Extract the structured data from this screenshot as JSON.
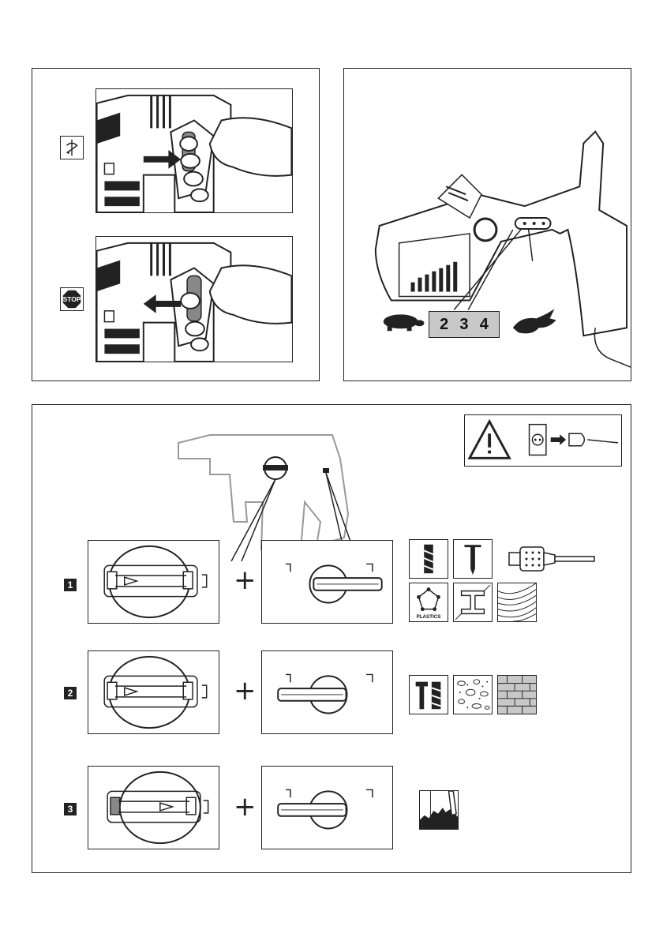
{
  "trigger_panel": {
    "symbols": [
      "rotation-icon",
      "stop-icon"
    ],
    "stop_label": "STOP"
  },
  "speed_panel": {
    "speed_digits": [
      "2",
      "3",
      "4"
    ],
    "slow_icon": "turtle-icon",
    "fast_icon": "hare-icon"
  },
  "modes_panel": {
    "modes": [
      {
        "number": "1",
        "materials": [
          "drill-bit-icon",
          "screwdriver-bit-icon",
          "drill-chuck-icon",
          "plastics-icon",
          "steel-beam-icon",
          "wood-icon"
        ],
        "plastics_label": "PLASTICS"
      },
      {
        "number": "2",
        "materials": [
          "hammer-drill-icon",
          "concrete-icon",
          "brick-wall-icon"
        ]
      },
      {
        "number": "3",
        "materials": [
          "chiselling-icon"
        ]
      }
    ],
    "warning_icons": [
      "warning-triangle-icon",
      "unplug-icon"
    ]
  }
}
